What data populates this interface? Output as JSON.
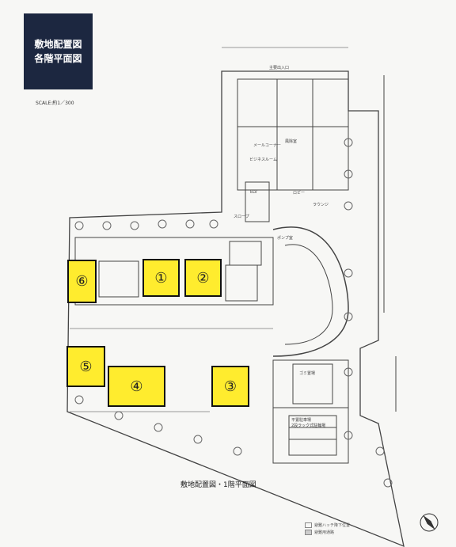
{
  "title": {
    "line1": "敷地配置図",
    "line2": "各階平面図"
  },
  "scale": "SCALE:約1／300",
  "caption": "敷地配置図・1階平面図",
  "zones": [
    {
      "id": "1",
      "label": "①"
    },
    {
      "id": "2",
      "label": "②"
    },
    {
      "id": "3",
      "label": "③"
    },
    {
      "id": "4",
      "label": "④"
    },
    {
      "id": "5",
      "label": "⑤"
    },
    {
      "id": "6",
      "label": "⑥"
    }
  ],
  "rooms": {
    "lobby": "ロビー",
    "lounge": "ラウンジ",
    "mail_corner": "メールコーナー",
    "business_room": "ビジネスルーム",
    "frontage": "風除室",
    "elv": "ELV",
    "pump_room": "ポンプ室",
    "garbage": "ゴミ置場",
    "slope": "スロープ",
    "parking_mechanical": "平置駐車場",
    "bicycle": "2段ラック式駐輪場",
    "entrance": "主要出入口"
  },
  "legend": {
    "item1": "避難ハッチ降下位置",
    "item2": "避難用通路"
  },
  "colors": {
    "zone_fill": "#ffec2e",
    "title_bg": "#1c2740"
  }
}
